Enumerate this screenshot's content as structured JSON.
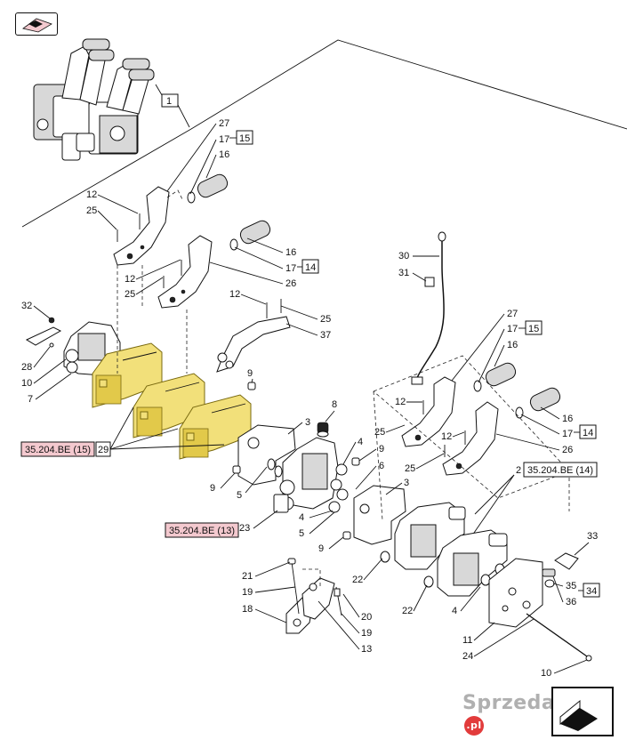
{
  "callouts": {
    "n1": "1",
    "n27a": "27",
    "n17a": "17",
    "n15a": "15",
    "n16a": "16",
    "n12a": "12",
    "n25a": "25",
    "n16b": "16",
    "n17b": "17",
    "n14a": "14",
    "n26a": "26",
    "n12b": "12",
    "n25b": "25",
    "n12c": "12",
    "n25c": "25",
    "n37": "37",
    "n32": "32",
    "n28": "28",
    "n10a": "10",
    "n7": "7",
    "n9a": "9",
    "n29": "29",
    "n3a": "3",
    "n8": "8",
    "n9b": "9",
    "n5a": "5",
    "n4a": "4",
    "n9c": "9",
    "n6": "6",
    "n3b": "3",
    "n4b": "4",
    "n5b": "5",
    "n23": "23",
    "n9d": "9",
    "n30": "30",
    "n31": "31",
    "n27b": "27",
    "n17c": "17",
    "n15b": "15",
    "n16c": "16",
    "n12d": "12",
    "n25d": "25",
    "n12e": "12",
    "n25e": "25",
    "n16d": "16",
    "n17d": "17",
    "n14b": "14",
    "n26b": "26",
    "n2": "2",
    "n33": "33",
    "n35": "35",
    "n36": "36",
    "n34": "34",
    "n22a": "22",
    "n22b": "22",
    "n4c": "4",
    "n21": "21",
    "n19a": "19",
    "n18": "18",
    "n20": "20",
    "n19b": "19",
    "n13": "13",
    "n11": "11",
    "n24": "24",
    "n10b": "10"
  },
  "references": {
    "ref_15": "35.204.BE (15)",
    "ref_14": "35.204.BE (14)",
    "ref_13": "35.204.BE (13)"
  },
  "watermark": {
    "text": "Sprzedajemy",
    "suffix": ".pl"
  },
  "icons": {
    "top_left": "book-icon",
    "bottom_right": "next-page-icon"
  },
  "colors": {
    "highlight_yellow": "#f2e07a",
    "reference_pink": "#f4c9cf",
    "line": "#111111"
  }
}
